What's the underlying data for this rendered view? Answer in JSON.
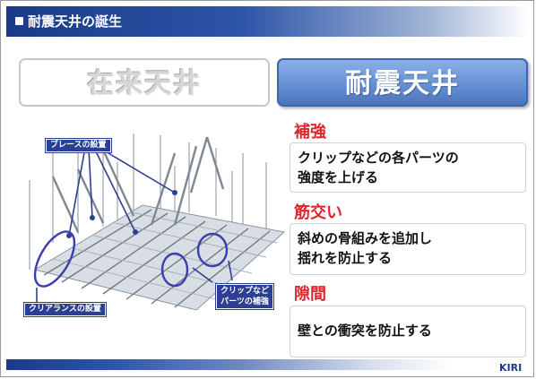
{
  "header": {
    "title": "耐震天井の誕生"
  },
  "buttons": {
    "conventional": "在来天井",
    "seismic": "耐震天井"
  },
  "sections": [
    {
      "title": "補強",
      "lines": [
        "クリップなどの各パーツの",
        "強度を上げる"
      ]
    },
    {
      "title": "筋交い",
      "lines": [
        "斜めの骨組みを追加し",
        "揺れを防止する"
      ]
    },
    {
      "title": "隙間",
      "lines": [
        "壁との衝突を防止する"
      ]
    }
  ],
  "diagram_labels": {
    "brace": "ブレースの設置",
    "clearance": "クリアランスの設置",
    "clip_line1": "クリップなど",
    "clip_line2": "パーツの補強"
  },
  "footer": {
    "logo": "KIRI"
  },
  "colors": {
    "header_blue": "#1a3a87",
    "accent_red": "#e1232b",
    "label_navy": "#2c3f92",
    "button_blue": "#6690d4"
  }
}
